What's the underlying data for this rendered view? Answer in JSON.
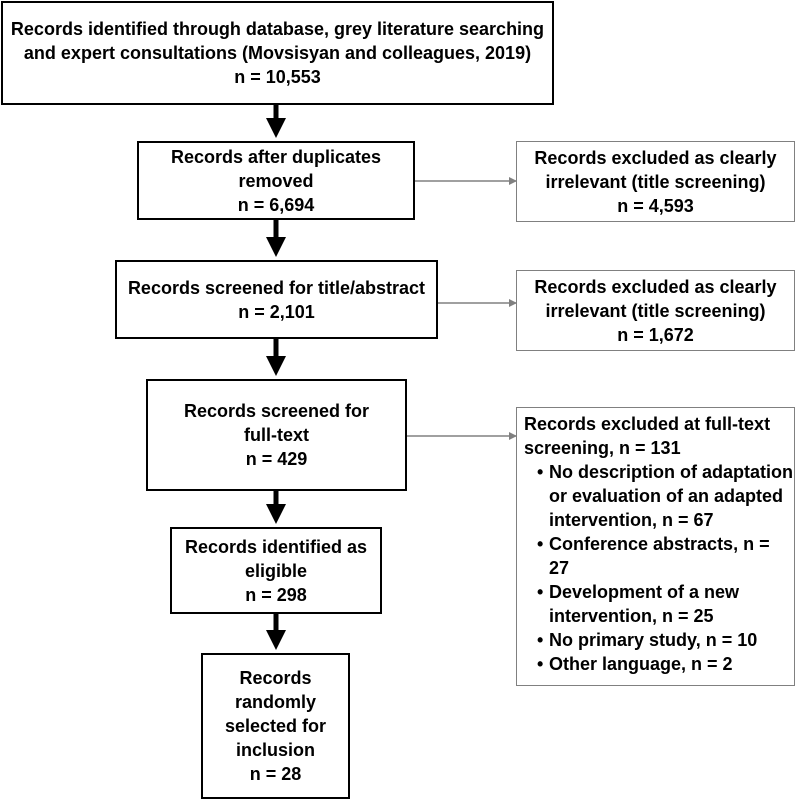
{
  "main_boxes": [
    {
      "id": "identified",
      "lines": [
        "Records identified through database, grey literature searching",
        "and expert consultations (Movsisyan and colleagues, 2019)",
        "n = 10,553"
      ]
    },
    {
      "id": "deduplicated",
      "lines": [
        "Records after duplicates removed",
        "n = 6,694"
      ]
    },
    {
      "id": "screened-title",
      "lines": [
        "Records screened for title/abstract",
        "n = 2,101"
      ]
    },
    {
      "id": "screened-fulltext",
      "lines": [
        "Records screened for",
        "full-text",
        "n = 429"
      ]
    },
    {
      "id": "eligible",
      "lines": [
        "Records identified as",
        "eligible",
        "n = 298"
      ]
    },
    {
      "id": "included",
      "lines": [
        "Records",
        "randomly",
        "selected for",
        "inclusion",
        "n = 28"
      ]
    }
  ],
  "exclusion_boxes": [
    {
      "id": "excluded-1",
      "lines": [
        "Records excluded as clearly",
        "irrelevant (title screening)",
        "n = 4,593"
      ]
    },
    {
      "id": "excluded-2",
      "lines": [
        "Records excluded as clearly",
        "irrelevant (title screening)",
        "n = 1,672"
      ]
    }
  ],
  "fulltext_exclusions": {
    "header_lines": [
      "Records excluded at full-text",
      "screening, n = 131"
    ],
    "reasons": [
      {
        "lines": [
          "No description of adaptation",
          "or evaluation of an adapted",
          "intervention, n = 67"
        ]
      },
      {
        "lines": [
          "Conference abstracts, n = 27"
        ]
      },
      {
        "lines": [
          "Development of a new",
          "intervention, n = 25"
        ]
      },
      {
        "lines": [
          "No primary study, n = 10"
        ]
      },
      {
        "lines": [
          "Other language, n = 2"
        ]
      }
    ]
  },
  "colors": {
    "main_border": "#000000",
    "side_border": "#808080",
    "arrow_main": "#000000",
    "arrow_side": "#808080"
  }
}
